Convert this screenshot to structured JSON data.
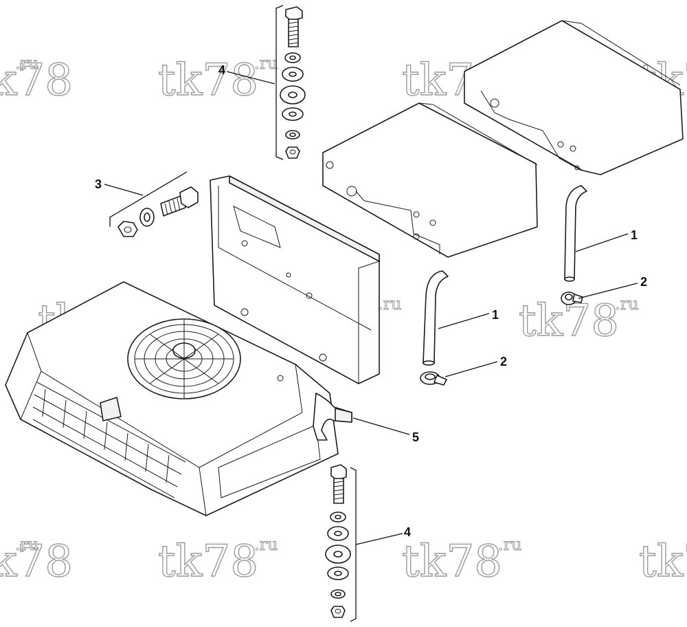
{
  "callouts": {
    "hose_left": "1",
    "hose_right": "1",
    "clamp_left": "2",
    "clamp_right": "2",
    "bolt_set_side": "3",
    "bolt_set_top": "4",
    "bolt_set_bottom": "4",
    "strap": "5"
  },
  "watermark": {
    "main": "tk78",
    "sup": ".ru"
  },
  "colors": {
    "line": "#1a1a1a",
    "watermark_stroke": "#9a9a9a",
    "background": "#ffffff"
  }
}
